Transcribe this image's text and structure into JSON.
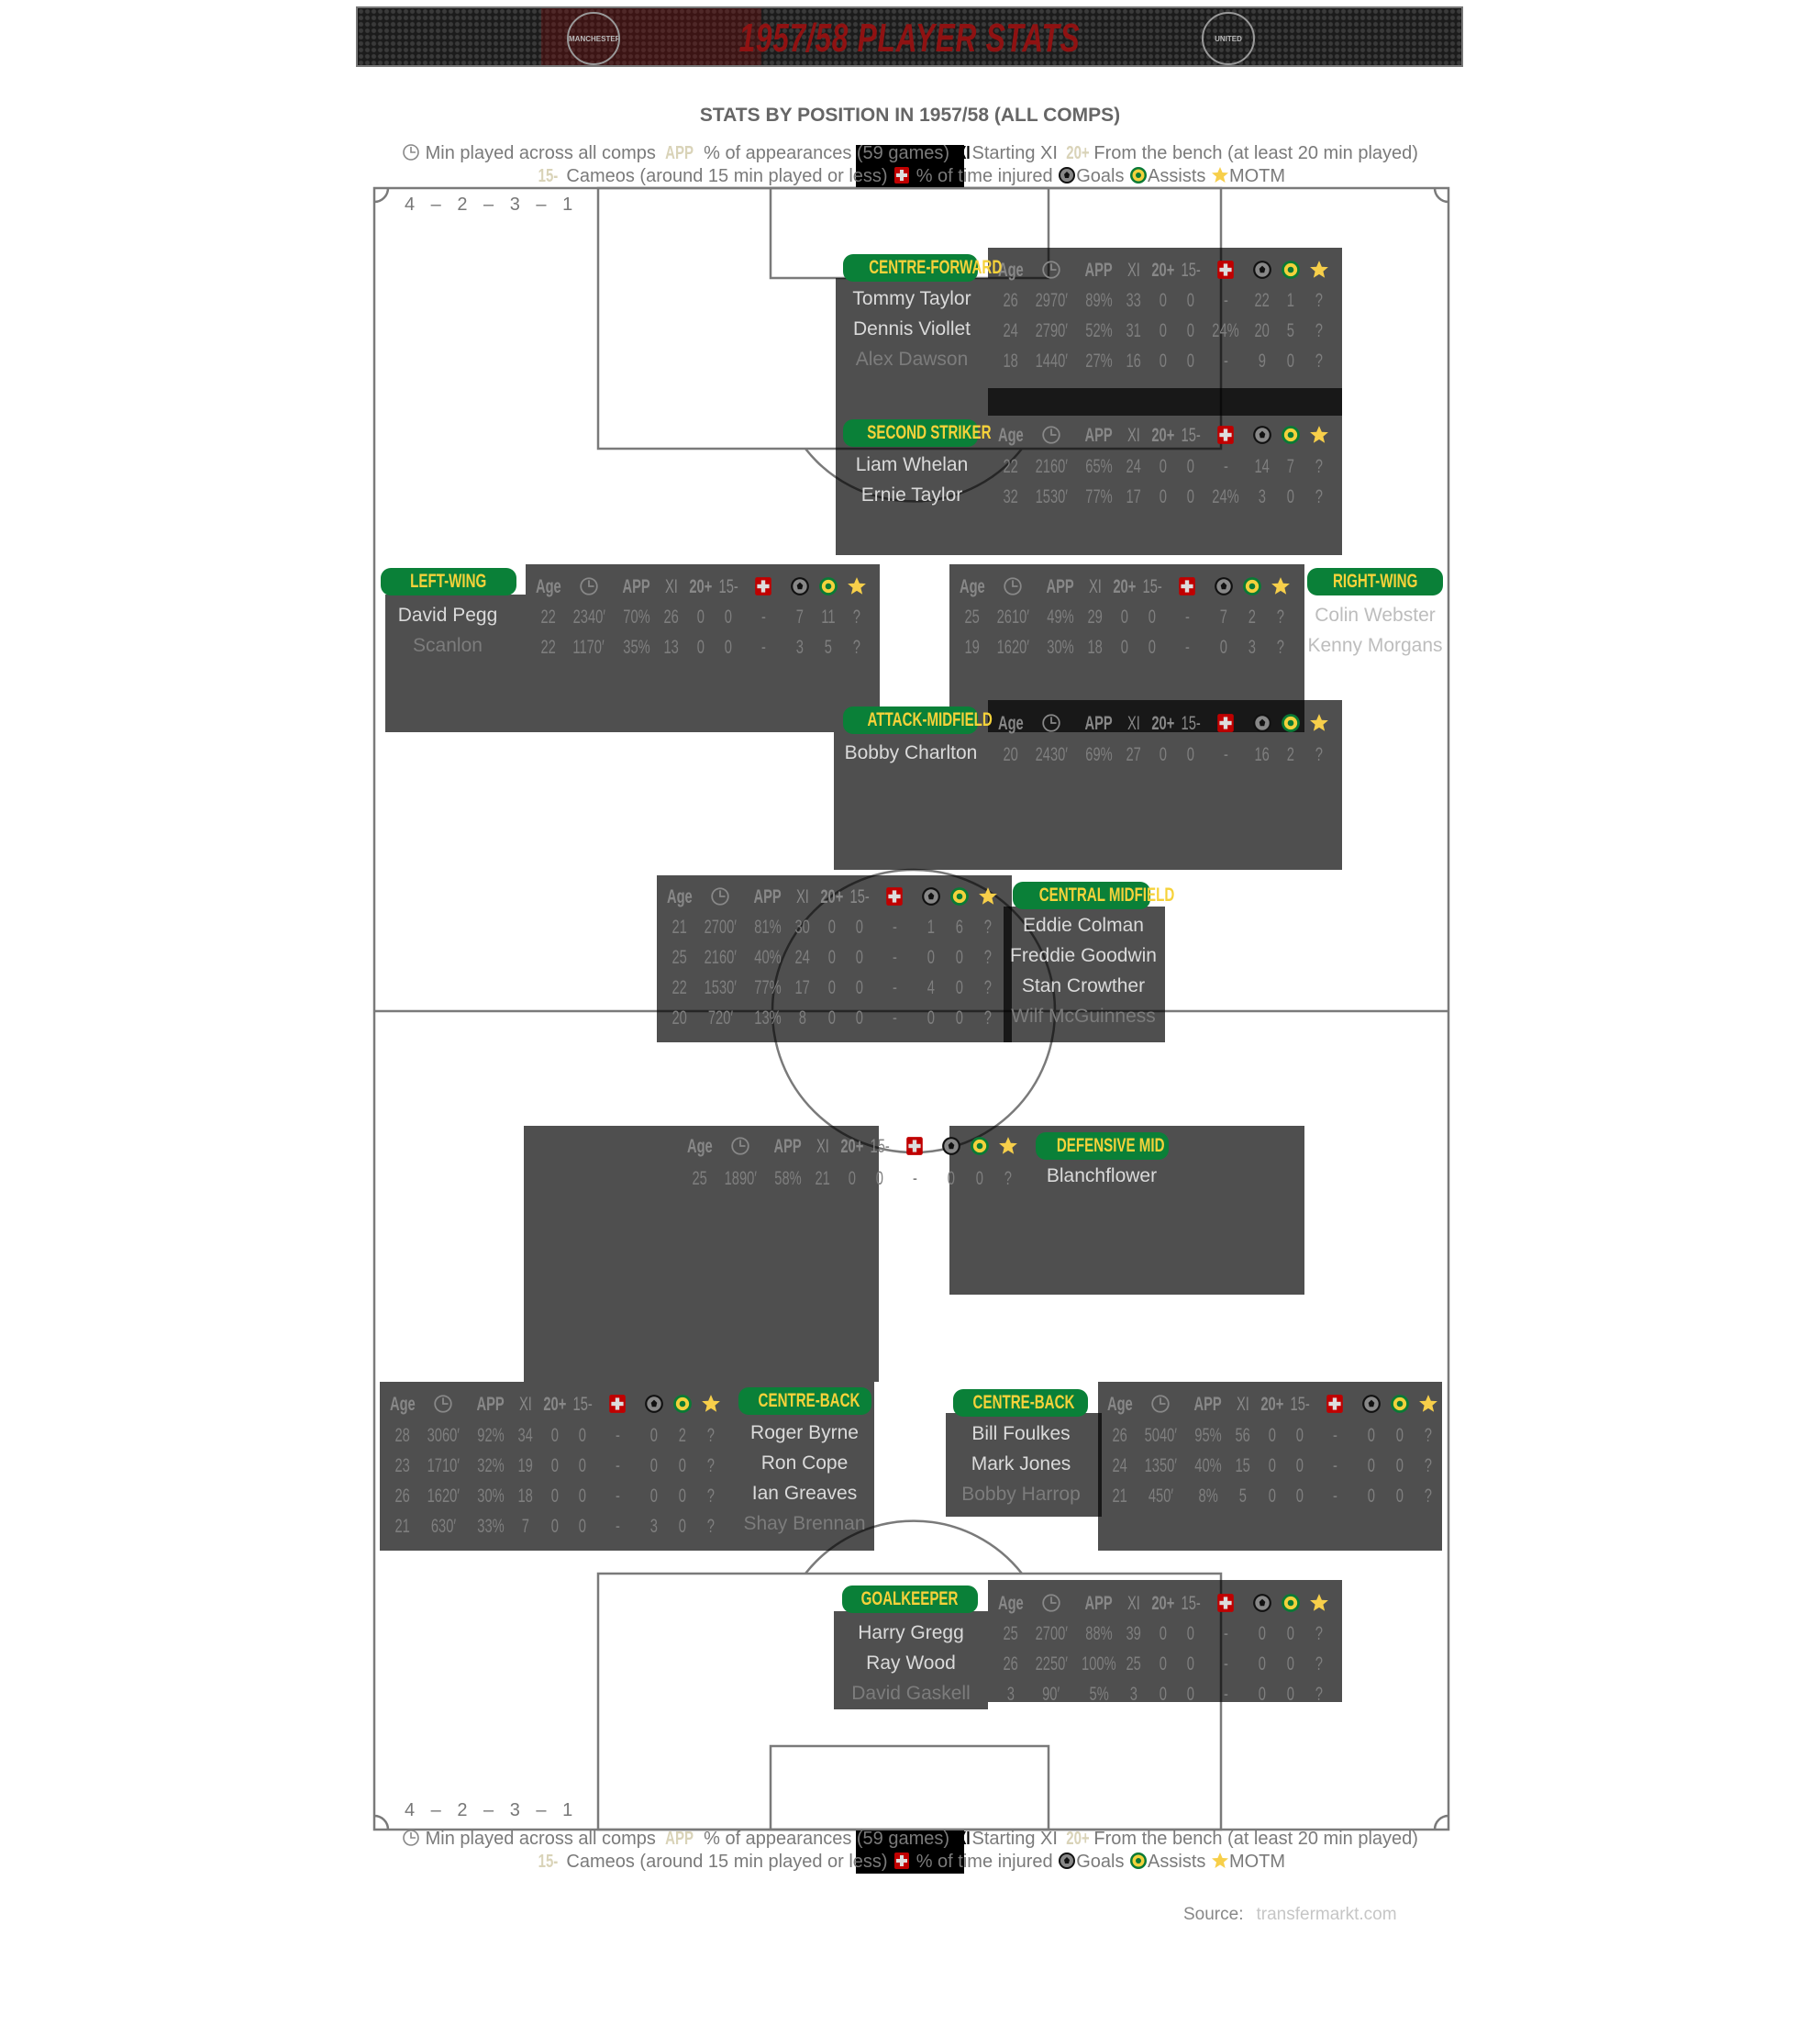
{
  "banner": {
    "title": "1957/58 PLAYER STATS",
    "crest_left": "MANCHESTER",
    "crest_right": "UNITED"
  },
  "title": "STATS BY POSITION IN 1957/58 (ALL COMPS)",
  "legend": {
    "minutes": "Min played across all comps",
    "app_tok": "APP",
    "app": "% of appearances (59 games)",
    "xi_tok": "XI",
    "xi": "Starting XI",
    "bench_tok": "20+",
    "bench": "From the bench (at least 20 min played)",
    "cameo_tok": "15-",
    "cameo": "Cameos (around 15 min played or less)",
    "injured": "% of time injured",
    "goals": "Goals",
    "assists": "Assists",
    "motm": "MOTM"
  },
  "formation": "4 – 2 – 3 – 1",
  "stat_headers": {
    "age": "Age",
    "app": "APP",
    "xi": "XI",
    "bench20": "20+",
    "cameo15": "15-"
  },
  "icons": {
    "minutes": "clock-icon",
    "injured": "injury-cross-icon",
    "goals": "football-icon",
    "assists": "assist-ball-icon",
    "motm": "star-icon"
  },
  "colors": {
    "pill_bg": "#0a8038",
    "pill_text": "#f6d23a",
    "box": "#4f4f4f",
    "injury": "#c00000",
    "star": "#f7cf4a"
  },
  "positions": [
    {
      "id": "cf",
      "label": "CENTRE-FORWARD",
      "players": [
        {
          "name": "Tommy Taylor",
          "stats": {
            "age": "26",
            "minutes": "2970′",
            "app": "89%",
            "xi": "33",
            "bench20": "0",
            "cameo15": "0",
            "injured": "-",
            "goals": "22",
            "assists": "1",
            "motm": "?"
          }
        },
        {
          "name": "Dennis Viollet",
          "stats": {
            "age": "24",
            "minutes": "2790′",
            "app": "52%",
            "xi": "31",
            "bench20": "0",
            "cameo15": "0",
            "injured": "24%",
            "goals": "20",
            "assists": "5",
            "motm": "?"
          }
        },
        {
          "name": "Alex Dawson",
          "stats": {
            "age": "18",
            "minutes": "1440′",
            "app": "27%",
            "xi": "16",
            "bench20": "0",
            "cameo15": "0",
            "injured": "-",
            "goals": "9",
            "assists": "0",
            "motm": "?"
          }
        }
      ]
    },
    {
      "id": "ss",
      "label": "SECOND STRIKER",
      "players": [
        {
          "name": "Liam Whelan",
          "stats": {
            "age": "22",
            "minutes": "2160′",
            "app": "65%",
            "xi": "24",
            "bench20": "0",
            "cameo15": "0",
            "injured": "-",
            "goals": "14",
            "assists": "7",
            "motm": "?"
          }
        },
        {
          "name": "Ernie Taylor",
          "stats": {
            "age": "32",
            "minutes": "1530′",
            "app": "77%",
            "xi": "17",
            "bench20": "0",
            "cameo15": "0",
            "injured": "24%",
            "goals": "3",
            "assists": "0",
            "motm": "?"
          }
        }
      ]
    },
    {
      "id": "lw",
      "label": "LEFT-WING",
      "players": [
        {
          "name": "David Pegg",
          "stats": {
            "age": "22",
            "minutes": "2340′",
            "app": "70%",
            "xi": "26",
            "bench20": "0",
            "cameo15": "0",
            "injured": "-",
            "goals": "7",
            "assists": "11",
            "motm": "?"
          }
        },
        {
          "name": "Scanlon",
          "stats": {
            "age": "22",
            "minutes": "1170′",
            "app": "35%",
            "xi": "13",
            "bench20": "0",
            "cameo15": "0",
            "injured": "-",
            "goals": "3",
            "assists": "5",
            "motm": "?"
          }
        }
      ]
    },
    {
      "id": "rw",
      "label": "RIGHT-WING",
      "players": [
        {
          "name": "Colin Webster",
          "stats": {
            "age": "25",
            "minutes": "2610′",
            "app": "49%",
            "xi": "29",
            "bench20": "0",
            "cameo15": "0",
            "injured": "-",
            "goals": "7",
            "assists": "2",
            "motm": "?"
          }
        },
        {
          "name": "Kenny Morgans",
          "stats": {
            "age": "19",
            "minutes": "1620′",
            "app": "30%",
            "xi": "18",
            "bench20": "0",
            "cameo15": "0",
            "injured": "-",
            "goals": "0",
            "assists": "3",
            "motm": "?"
          }
        }
      ]
    },
    {
      "id": "am",
      "label": "ATTACK-MIDFIELD",
      "players": [
        {
          "name": "Bobby Charlton",
          "stats": {
            "age": "20",
            "minutes": "2430′",
            "app": "69%",
            "xi": "27",
            "bench20": "0",
            "cameo15": "0",
            "injured": "-",
            "goals": "16",
            "assists": "2",
            "motm": "?"
          }
        }
      ]
    },
    {
      "id": "cm",
      "label": "CENTRAL MIDFIELD",
      "players": [
        {
          "name": "Eddie Colman",
          "stats": {
            "age": "21",
            "minutes": "2700′",
            "app": "81%",
            "xi": "30",
            "bench20": "0",
            "cameo15": "0",
            "injured": "-",
            "goals": "1",
            "assists": "6",
            "motm": "?"
          }
        },
        {
          "name": "Freddie Goodwin",
          "stats": {
            "age": "25",
            "minutes": "2160′",
            "app": "40%",
            "xi": "24",
            "bench20": "0",
            "cameo15": "0",
            "injured": "-",
            "goals": "0",
            "assists": "0",
            "motm": "?"
          }
        },
        {
          "name": "Stan Crowther",
          "stats": {
            "age": "22",
            "minutes": "1530′",
            "app": "77%",
            "xi": "17",
            "bench20": "0",
            "cameo15": "0",
            "injured": "-",
            "goals": "4",
            "assists": "0",
            "motm": "?"
          }
        },
        {
          "name": "Wilf McGuinness",
          "stats": {
            "age": "20",
            "minutes": "720′",
            "app": "13%",
            "xi": "8",
            "bench20": "0",
            "cameo15": "0",
            "injured": "-",
            "goals": "0",
            "assists": "0",
            "motm": "?"
          }
        }
      ]
    },
    {
      "id": "dm",
      "label": "DEFENSIVE MID",
      "players": [
        {
          "name": "Blanchflower",
          "stats": {
            "age": "25",
            "minutes": "1890′",
            "app": "58%",
            "xi": "21",
            "bench20": "0",
            "cameo15": "0",
            "injured": "-",
            "goals": "0",
            "assists": "0",
            "motm": "?"
          }
        }
      ]
    },
    {
      "id": "cb_left",
      "label": "CENTRE-BACK",
      "players": [
        {
          "name": "Roger Byrne",
          "stats": {
            "age": "28",
            "minutes": "3060′",
            "app": "92%",
            "xi": "34",
            "bench20": "0",
            "cameo15": "0",
            "injured": "-",
            "goals": "0",
            "assists": "2",
            "motm": "?"
          }
        },
        {
          "name": "Ron Cope",
          "stats": {
            "age": "23",
            "minutes": "1710′",
            "app": "32%",
            "xi": "19",
            "bench20": "0",
            "cameo15": "0",
            "injured": "-",
            "goals": "0",
            "assists": "0",
            "motm": "?"
          }
        },
        {
          "name": "Ian Greaves",
          "stats": {
            "age": "26",
            "minutes": "1620′",
            "app": "30%",
            "xi": "18",
            "bench20": "0",
            "cameo15": "0",
            "injured": "-",
            "goals": "0",
            "assists": "0",
            "motm": "?"
          }
        },
        {
          "name": "Shay Brennan",
          "stats": {
            "age": "21",
            "minutes": "630′",
            "app": "33%",
            "xi": "7",
            "bench20": "0",
            "cameo15": "0",
            "injured": "-",
            "goals": "3",
            "assists": "0",
            "motm": "?"
          }
        }
      ]
    },
    {
      "id": "cb_right",
      "label": "CENTRE-BACK",
      "players": [
        {
          "name": "Bill Foulkes",
          "stats": {
            "age": "26",
            "minutes": "5040′",
            "app": "95%",
            "xi": "56",
            "bench20": "0",
            "cameo15": "0",
            "injured": "-",
            "goals": "0",
            "assists": "0",
            "motm": "?"
          }
        },
        {
          "name": "Mark Jones",
          "stats": {
            "age": "24",
            "minutes": "1350′",
            "app": "40%",
            "xi": "15",
            "bench20": "0",
            "cameo15": "0",
            "injured": "-",
            "goals": "0",
            "assists": "0",
            "motm": "?"
          }
        },
        {
          "name": "Bobby Harrop",
          "stats": {
            "age": "21",
            "minutes": "450′",
            "app": "8%",
            "xi": "5",
            "bench20": "0",
            "cameo15": "0",
            "injured": "-",
            "goals": "0",
            "assists": "0",
            "motm": "?"
          }
        }
      ]
    },
    {
      "id": "gk",
      "label": "GOALKEEPER",
      "players": [
        {
          "name": "Harry Gregg",
          "stats": {
            "age": "25",
            "minutes": "2700′",
            "app": "88%",
            "xi": "39",
            "bench20": "0",
            "cameo15": "0",
            "injured": "-",
            "goals": "0",
            "assists": "0",
            "motm": "?"
          }
        },
        {
          "name": "Ray Wood",
          "stats": {
            "age": "26",
            "minutes": "2250′",
            "app": "100%",
            "xi": "25",
            "bench20": "0",
            "cameo15": "0",
            "injured": "-",
            "goals": "0",
            "assists": "0",
            "motm": "?"
          }
        },
        {
          "name": "David Gaskell",
          "stats": {
            "age": "3",
            "minutes": "90′",
            "app": "5%",
            "xi": "3",
            "bench20": "0",
            "cameo15": "0",
            "injured": "-",
            "goals": "0",
            "assists": "0",
            "motm": "?"
          }
        }
      ]
    }
  ],
  "source": {
    "label": "Source:",
    "value": "transfermarkt.com"
  }
}
